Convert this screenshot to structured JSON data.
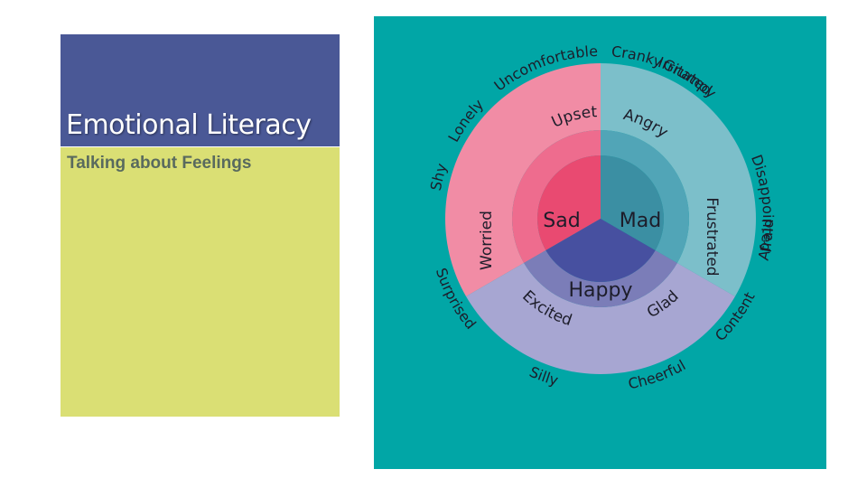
{
  "slide": {
    "title": "Emotional Literacy",
    "subtitle": "Talking about Feelings"
  },
  "wheel": {
    "colors": {
      "background": "#01a6a6",
      "sad_outer": "#f18ca5",
      "sad_middle": "#ee6c8e",
      "sad_inner": "#e94a71",
      "mad_outer": "#7cbfca",
      "mad_middle": "#51a5b7",
      "mad_inner": "#3b8fa3",
      "happy_outer": "#a7a6d2",
      "happy_middle": "#7b7db8",
      "happy_inner": "#4750a0"
    },
    "core": {
      "sad": "Sad",
      "mad": "Mad",
      "happy": "Happy"
    },
    "middle": {
      "upset": "Upset",
      "worried": "Worried",
      "angry": "Angry",
      "frustrated": "Frustrated",
      "glad": "Glad",
      "excited": "Excited"
    },
    "outer": {
      "uncomfortable": "Uncomfortable",
      "lonely": "Lonely",
      "shy": "Shy",
      "afraid": "Afraid",
      "cranky": "Cranky",
      "grumpy": "Grumpy",
      "irritated": "Irritated",
      "disappointed": "Disappointed",
      "surprised": "Surprised",
      "silly": "Silly",
      "cheerful": "Cheerful",
      "content": "Content"
    }
  }
}
